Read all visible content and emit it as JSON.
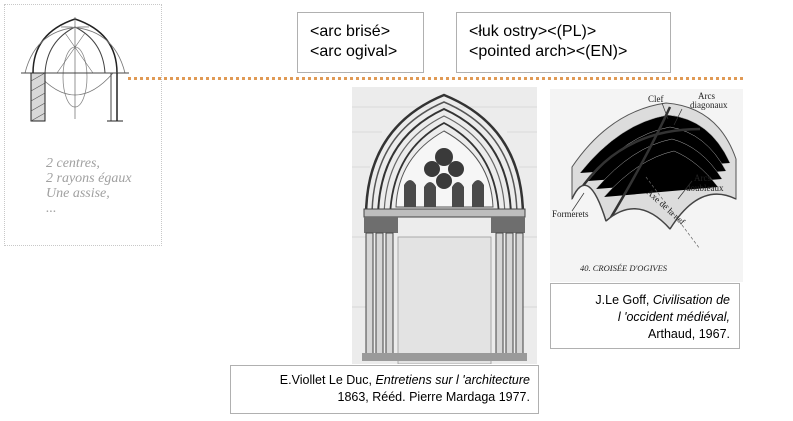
{
  "diagram": {
    "notes": [
      "2 centres,",
      "2 rayons égaux",
      "Une assise,",
      "..."
    ]
  },
  "terms": {
    "fr": [
      "<arc brisé>",
      "<arc ogival>"
    ],
    "intl": [
      "<łuk ostry><(PL)>",
      "<pointed arch><(EN)>"
    ]
  },
  "vault_figure": {
    "labels": {
      "clef": "Clef",
      "arcs_diagonaux_1": "Arcs",
      "arcs_diagonaux_2": "diagonaux",
      "arcs_doubleaux_1": "Arcs",
      "arcs_doubleaux_2": "doubleaux",
      "formerets": "Formerets",
      "axe_nef": "Axe de la nef"
    },
    "plate_caption": "40. CROISÉE D'OGIVES"
  },
  "captions": {
    "viollet": {
      "author": "E.Viollet Le Duc, ",
      "title": "Entretiens sur l 'architecture",
      "edition": "1863,  Rééd. Pierre Mardaga 1977."
    },
    "legoff": {
      "author": "J.Le Goff, ",
      "title_1": "Civilisation de",
      "title_2": "l 'occident médiéval,",
      "publisher": "Arthaud, 1967."
    }
  }
}
